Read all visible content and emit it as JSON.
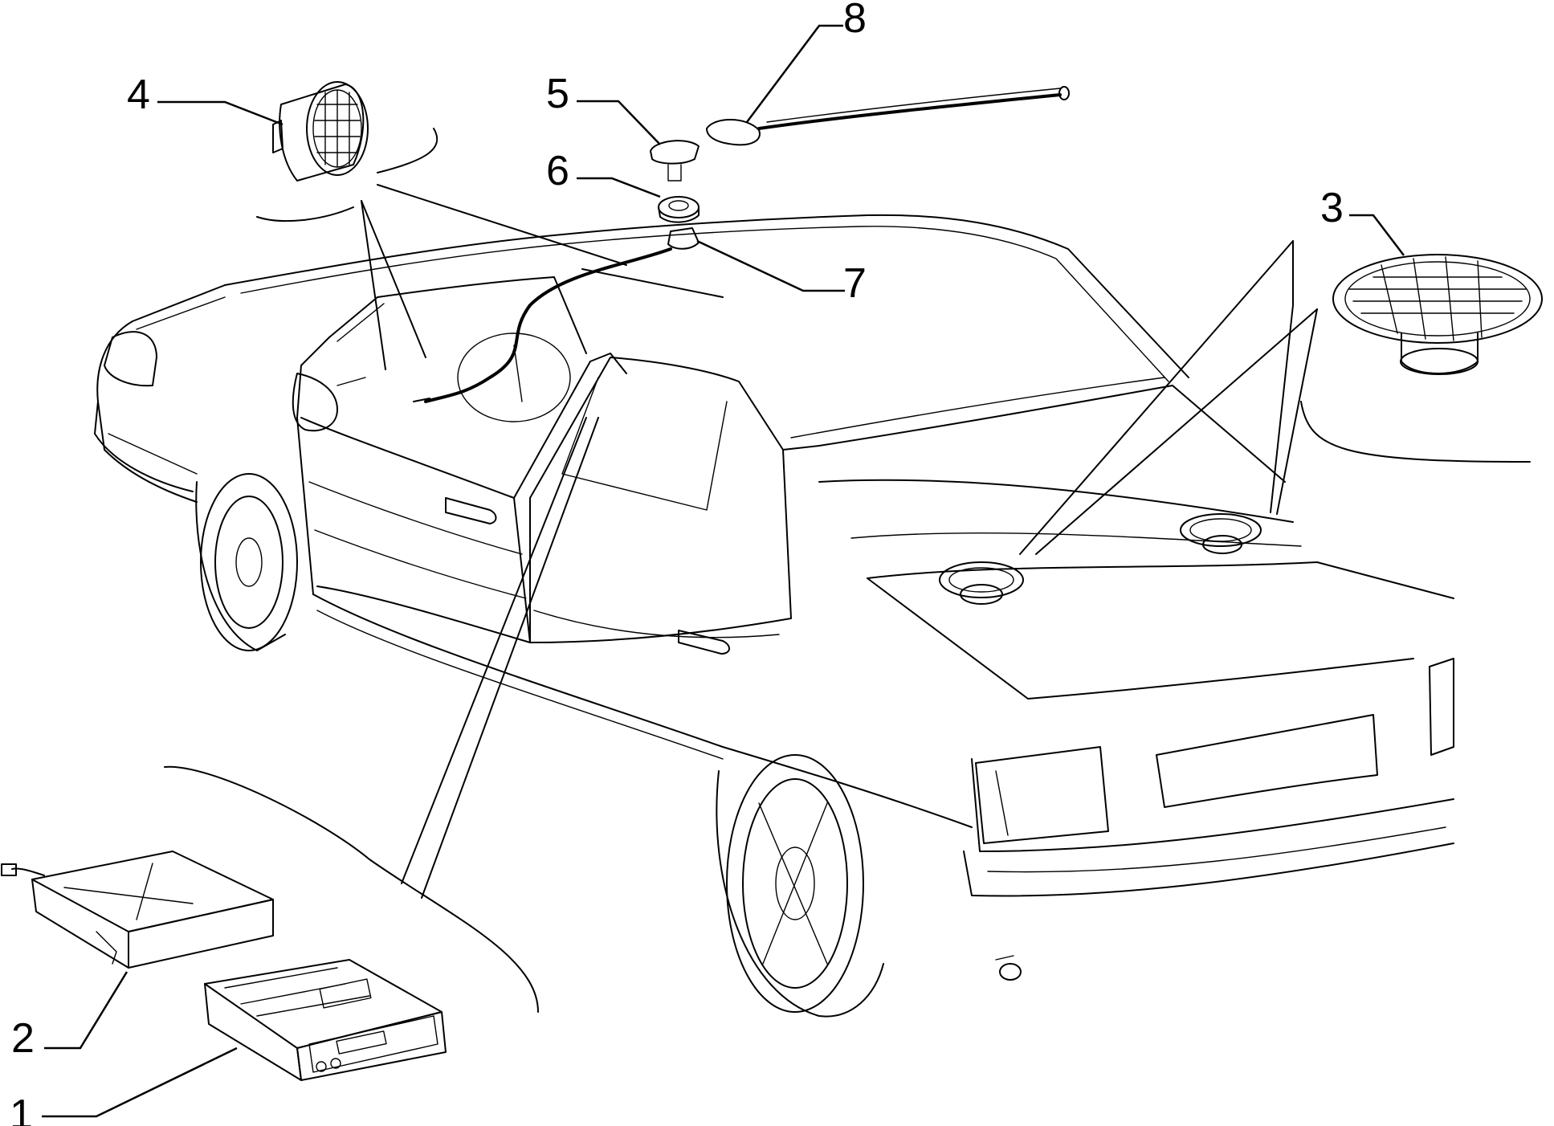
{
  "callouts": {
    "c1": "1",
    "c2": "2",
    "c3": "3",
    "c4": "4",
    "c5": "5",
    "c6": "6",
    "c7": "7",
    "c8": "8"
  },
  "parts": [
    {
      "number": "1",
      "icon": "car-radio-cassette-icon"
    },
    {
      "number": "2",
      "icon": "radio-mounting-frame-icon"
    },
    {
      "number": "3",
      "icon": "rear-speaker-icon"
    },
    {
      "number": "4",
      "icon": "dashboard-tweeter-icon"
    },
    {
      "number": "5",
      "icon": "antenna-cap-nut-icon"
    },
    {
      "number": "6",
      "icon": "antenna-gasket-icon"
    },
    {
      "number": "7",
      "icon": "antenna-base-cable-icon"
    },
    {
      "number": "8",
      "icon": "antenna-mast-icon"
    }
  ]
}
